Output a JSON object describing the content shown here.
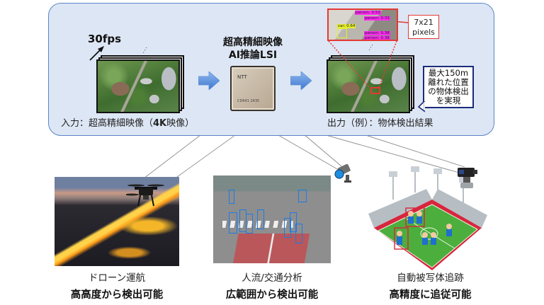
{
  "top_panel": {
    "input": {
      "fps_label": "30fps",
      "caption_prefix": "入力：超高精細映像（",
      "caption_bold": "4K",
      "caption_suffix": "映像）"
    },
    "chip": {
      "title_line1": "超高精細映像",
      "title_line2": "AI推論LSI",
      "brand": "NTT",
      "code": "CD641 2435"
    },
    "output": {
      "caption": "出力（例）：物体検出結果",
      "detections": [
        {
          "label": "person: 0.53",
          "type": "person"
        },
        {
          "label": "person: 0.33",
          "type": "person"
        },
        {
          "label": "person: 0.38",
          "type": "person"
        },
        {
          "label": "person: 0.38",
          "type": "person"
        },
        {
          "label": "car: 0.64",
          "type": "car"
        }
      ],
      "pixel_callout_line1": "7x21",
      "pixel_callout_line2": "pixels",
      "range_callout_lines": [
        "最大150m",
        "離れた位置",
        "の物体検出",
        "を実現"
      ]
    },
    "colors": {
      "panel_bg": "#dde6f4",
      "panel_border": "#5b85c9",
      "arrow": "#4a86d8",
      "highlight_red": "#e53935",
      "callout_border": "#1a2c7a"
    }
  },
  "applications": [
    {
      "title": "ドローン運航",
      "subtitle": "高高度から検出可能",
      "device": "drone-icon"
    },
    {
      "title": "人流/交通分析",
      "subtitle": "広範囲から検出可能",
      "device": "security-camera-icon"
    },
    {
      "title": "自動被写体追跡",
      "subtitle": "高精度に追従可能",
      "device": "broadcast-camera-icon"
    }
  ]
}
